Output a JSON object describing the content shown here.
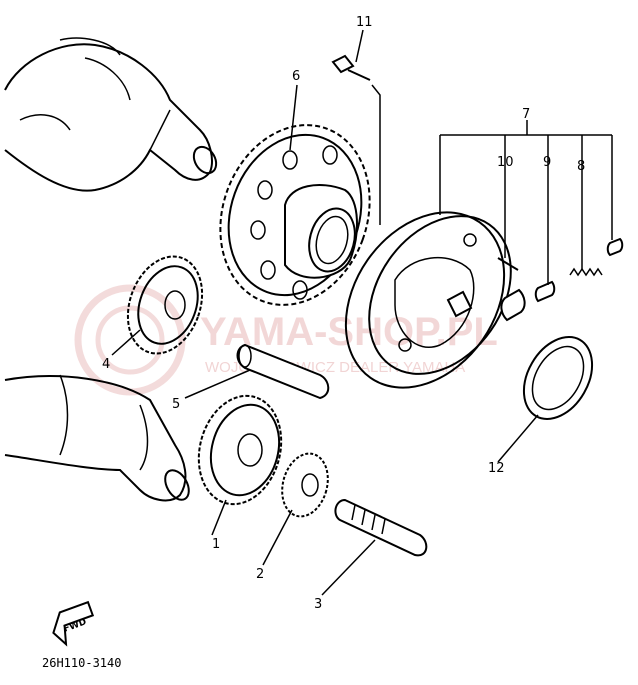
{
  "watermark": {
    "main": "YAMA-SHOP.PL",
    "sub": "WOJCIECHOWICZ DEALER YAMAHA",
    "color": "#e8b8b8"
  },
  "callouts": [
    "1",
    "2",
    "3",
    "4",
    "5",
    "6",
    "7",
    "8",
    "9",
    "10",
    "11",
    "12"
  ],
  "fwd_label": "FWD",
  "drawing_code": "26H110-3140",
  "colors": {
    "line": "#000000",
    "background": "#ffffff"
  }
}
